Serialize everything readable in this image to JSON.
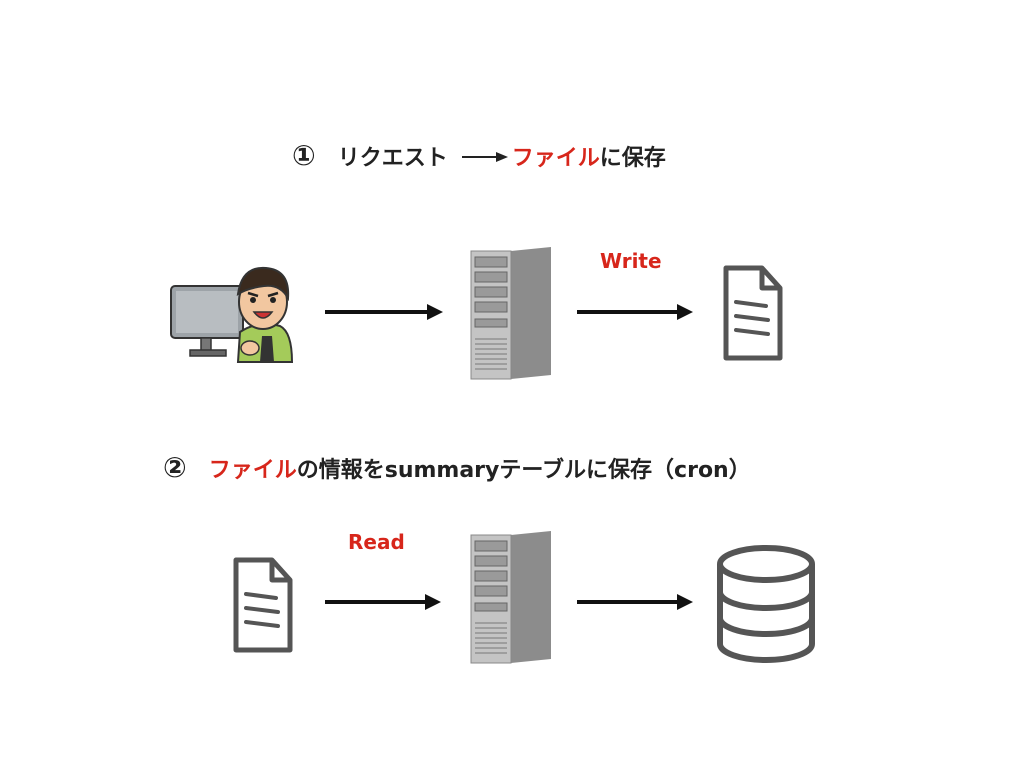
{
  "diagram": {
    "step1": {
      "number": "①",
      "prefix": "リクエスト",
      "highlight": "ファイル",
      "suffix": "に保存",
      "edge_label": "Write",
      "nodes": [
        "user-at-computer-icon",
        "server-icon",
        "file-document-icon"
      ]
    },
    "step2": {
      "number": "②",
      "highlight": "ファイル",
      "suffix": "の情報をsummaryテーブルに保存（cron）",
      "edge_label": "Read",
      "nodes": [
        "file-document-icon",
        "server-icon",
        "database-icon"
      ]
    },
    "colors": {
      "accent": "#d7261b",
      "text": "#222222",
      "icon_gray": "#555555",
      "server_gray": "#9a9a9a"
    }
  }
}
